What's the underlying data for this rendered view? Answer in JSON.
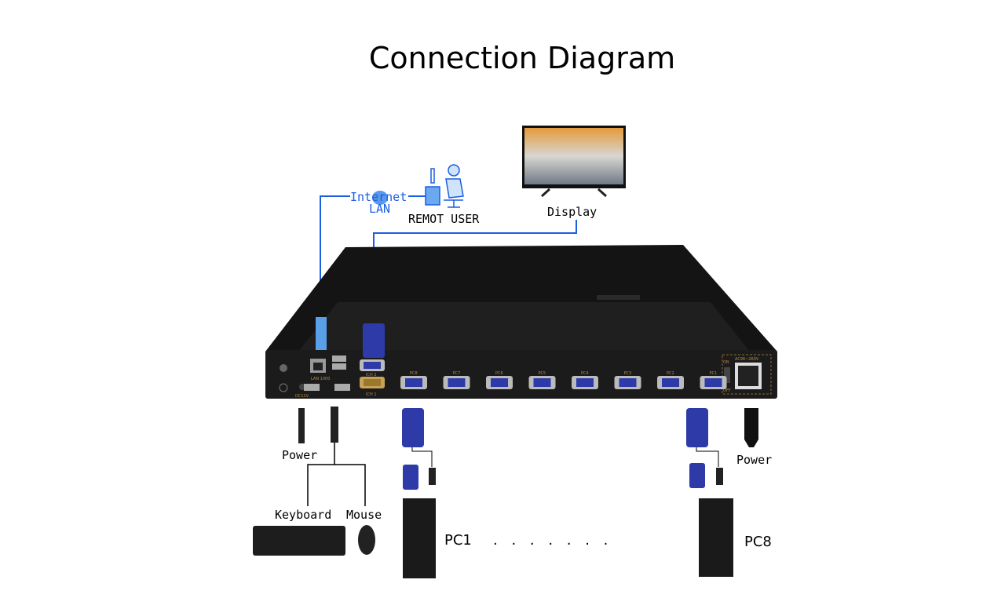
{
  "title": "Connection Diagram",
  "labels": {
    "internet": "Internet",
    "lan": "LAN",
    "remote_user": "REMOT USER",
    "display": "Display",
    "power_left": "Power",
    "power_right": "Power",
    "keyboard": "Keyboard",
    "mouse": "Mouse",
    "pc1": "PC1",
    "pc8": "PC8",
    "ellipsis": ". . . . . . ."
  },
  "device_ports": [
    "PC8",
    "PC7",
    "PC6",
    "PC5",
    "PC4",
    "PC3",
    "PC2",
    "PC1"
  ],
  "device_labels": {
    "lan": "LAN 1000",
    "ich2": "ICH 2",
    "ich1": "ICH 1",
    "dc": "DC12V",
    "ac": "AC96~260V",
    "on": "ON",
    "off": "OFF"
  },
  "colors": {
    "link": "#1a5fe0",
    "device": "#1b1b1b",
    "vga": "#2d3aa8",
    "port_label": "#b98a4a"
  }
}
